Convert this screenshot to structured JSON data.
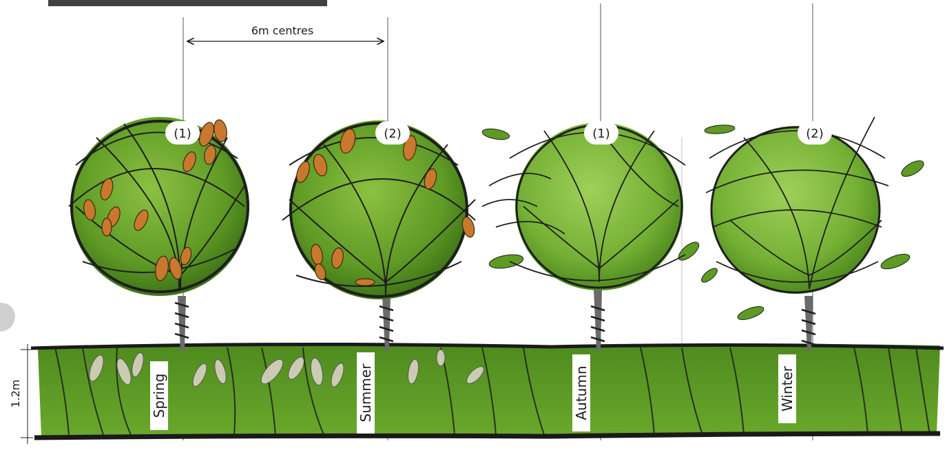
{
  "dimension": {
    "spacing_label": "6m centres",
    "height_label": "1.2m"
  },
  "trees": [
    {
      "marker": "(1)",
      "season": "Spring"
    },
    {
      "marker": "(2)",
      "season": "Summer"
    },
    {
      "marker": "(1)",
      "season": "Autumn"
    },
    {
      "marker": "(2)",
      "season": "Winter"
    }
  ],
  "colors": {
    "canopy": "#4e8a1f",
    "canopy_light": "#8cc142",
    "hedge": "#5f9a25",
    "ink": "#1e1e1e",
    "fruit": "#c9782e"
  }
}
